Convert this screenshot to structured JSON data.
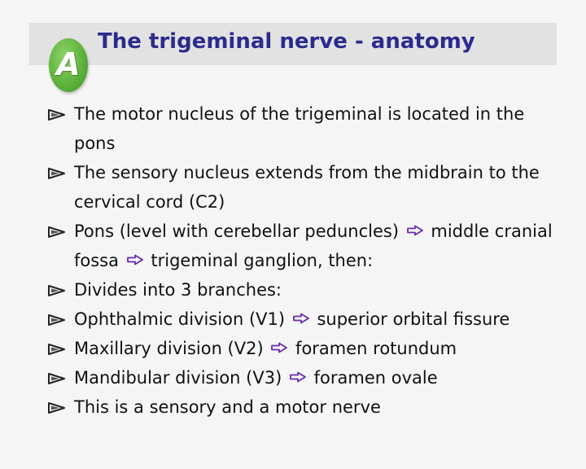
{
  "slide": {
    "badge_letter": "A",
    "title": "The trigeminal nerve - anatomy",
    "colors": {
      "title": "#2b2b8e",
      "badge": "#5fb43c",
      "arrow": "#6a2bb0",
      "text": "#111111"
    },
    "icons": {
      "bullet": "triangle-bullet-icon",
      "arrow": "outline-arrow-right-icon"
    },
    "bullets": [
      {
        "segments": [
          "The motor nucleus of the trigeminal is located in the pons"
        ]
      },
      {
        "segments": [
          "The sensory nucleus extends from the midbrain to the cervical cord (C2)"
        ]
      },
      {
        "segments": [
          "Pons (level with cerebellar peduncles)",
          "middle cranial fossa",
          "trigeminal ganglion, then:"
        ]
      },
      {
        "segments": [
          "Divides into 3 branches:"
        ]
      },
      {
        "segments": [
          "Ophthalmic division (V1)",
          "superior orbital fissure"
        ]
      },
      {
        "segments": [
          "Maxillary division (V2)",
          "foramen rotundum"
        ]
      },
      {
        "segments": [
          "Mandibular division (V3)",
          "foramen ovale"
        ]
      },
      {
        "segments": [
          "This is a sensory and a motor nerve"
        ]
      }
    ]
  }
}
